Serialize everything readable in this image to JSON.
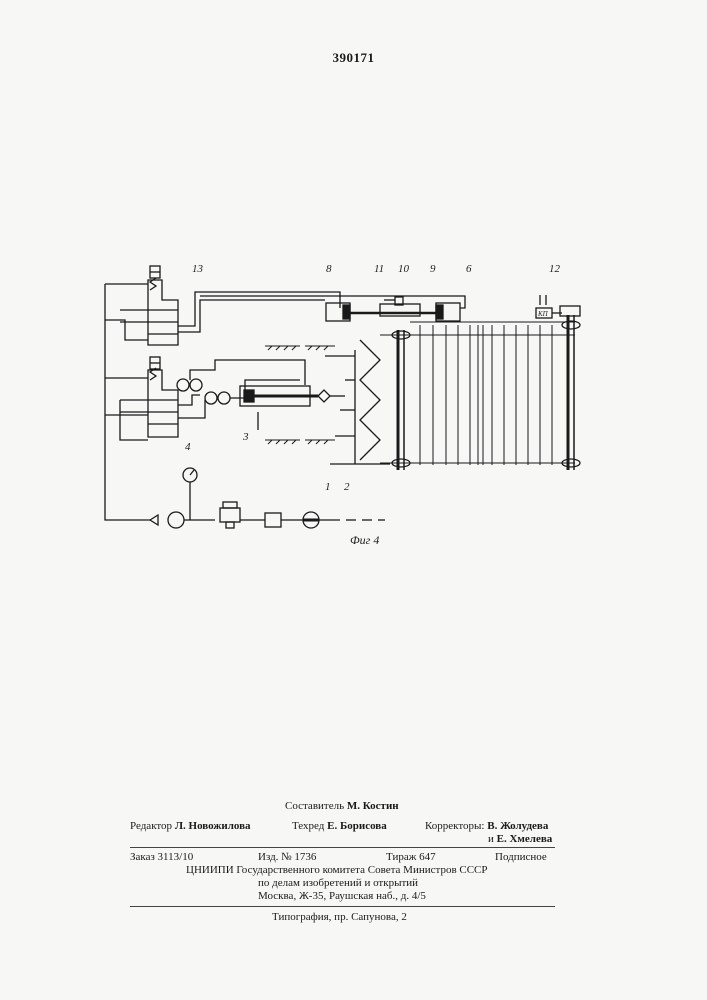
{
  "document": {
    "patent_number": "390171"
  },
  "figure": {
    "caption": "Фиг 4",
    "labels": {
      "l1": "1",
      "l2": "2",
      "l3": "3",
      "l4": "4",
      "l6": "6",
      "l8": "8",
      "l9": "9",
      "l10": "10",
      "l11": "11",
      "l12": "12",
      "l13": "13",
      "kp": "КП"
    }
  },
  "imprint": {
    "compiler_label": "Составитель",
    "compiler_name": "М. Костин",
    "editor_label": "Редактор",
    "editor_name": "Л. Новожилова",
    "techred_label": "Техред",
    "techred_name": "Е. Борисова",
    "correctors_label": "Корректоры:",
    "corrector_1": "В. Жолудева",
    "corrector_2_prefix": "и",
    "corrector_2": "Е. Хмелева",
    "order": "Заказ 3113/10",
    "edition": "Изд. № 1736",
    "circulation": "Тираж 647",
    "subscription": "Подписное",
    "org_line_1": "ЦНИИПИ Государственного комитета Совета Министров СССР",
    "org_line_2": "по делам изобретений и открытий",
    "org_line_3": "Москва, Ж-35, Раушская наб., д. 4/5",
    "printer": "Типография, пр. Сапунова, 2"
  }
}
